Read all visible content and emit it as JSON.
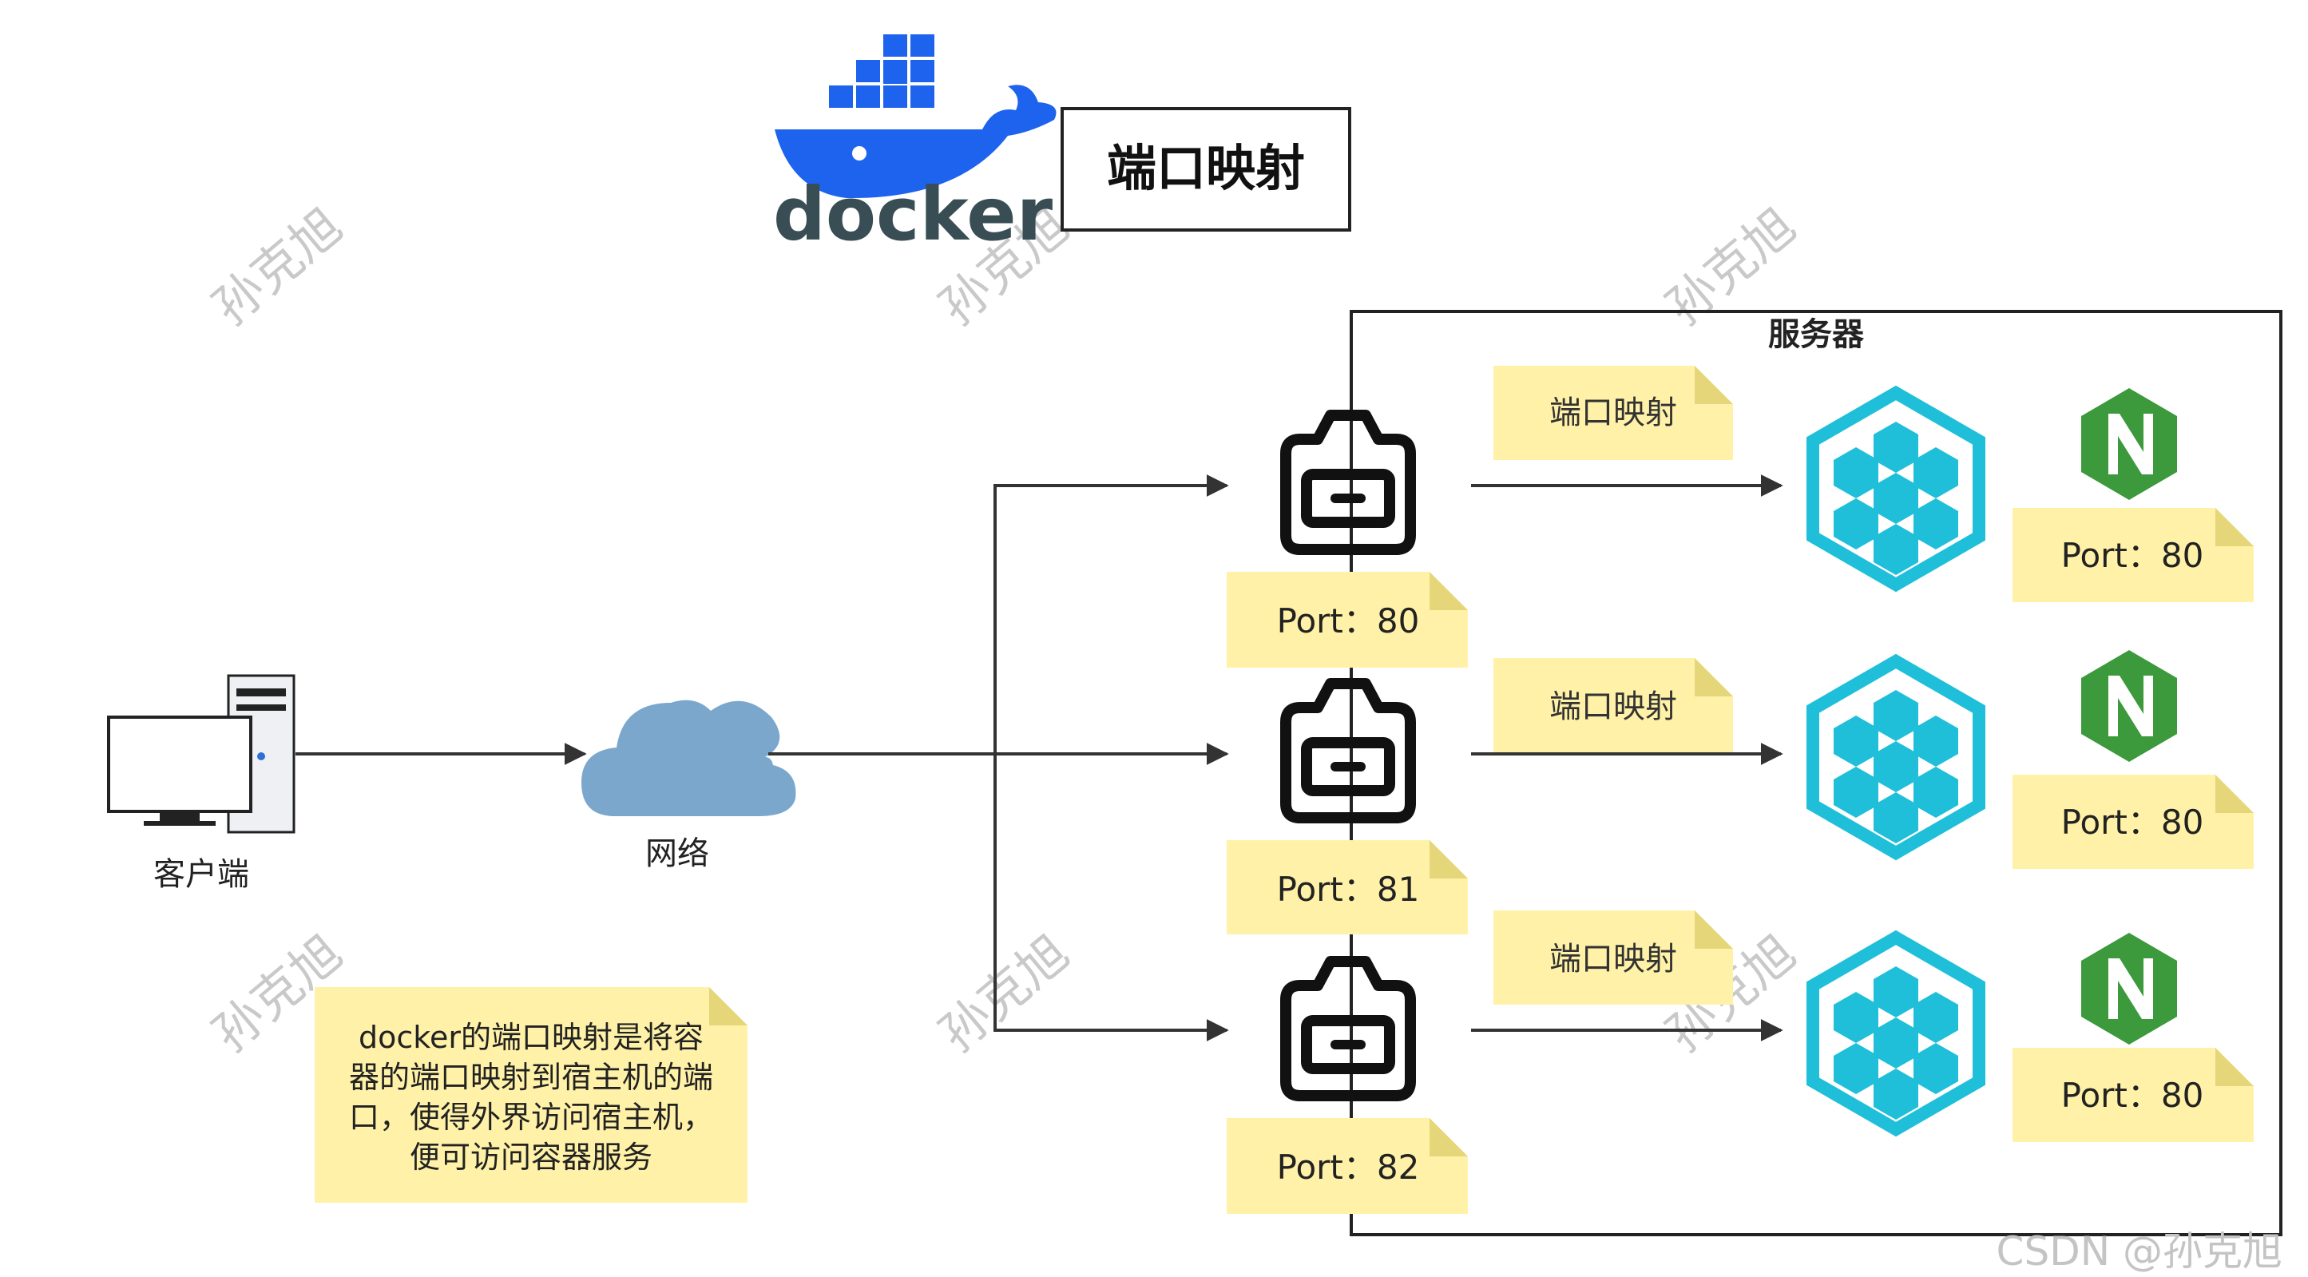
{
  "title": "端口映射",
  "docker_wordmark": "docker",
  "server_label": "服务器",
  "client_label": "客户端",
  "network_label": "网络",
  "port_mapping_label": "端口映射",
  "host_ports": [
    "Port：80",
    "Port：81",
    "Port：82"
  ],
  "container_ports": [
    "Port：80",
    "Port：80",
    "Port：80"
  ],
  "note_lines": [
    "docker的端口映射是将容",
    "器的端口映射到宿主机的端",
    "口，使得外界访问宿主机，",
    "便可访问容器服务"
  ],
  "watermark": "孙克旭",
  "credit": "CSDN @孙克旭",
  "colors": {
    "sticky": "#fff2a8",
    "docker_blue": "#1d63ed",
    "cloud": "#7ba7cc",
    "cube": "#1fbfd9",
    "nginx": "#3c9a3c"
  }
}
